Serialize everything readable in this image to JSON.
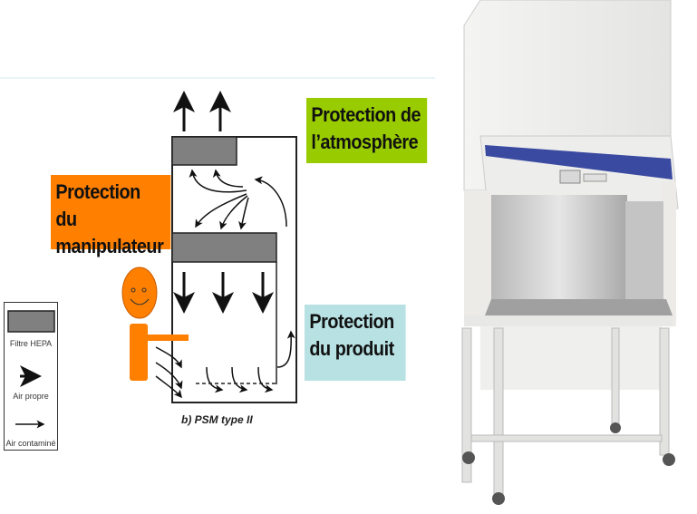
{
  "labels": {
    "operator_protection": "Protection du manipulateur",
    "atmosphere_protection": "Protection de l’atmosphère",
    "product_protection": "Protection du produit"
  },
  "legend": {
    "hepa_filter": "Filtre HEPA",
    "clean_air": "Air propre",
    "contaminated_air": "Air contaminé"
  },
  "caption": "b) PSM type II",
  "colors": {
    "operator": "#ff7f00",
    "atmosphere": "#99cc00",
    "product": "#b7e1e3",
    "filter": "#808080"
  }
}
